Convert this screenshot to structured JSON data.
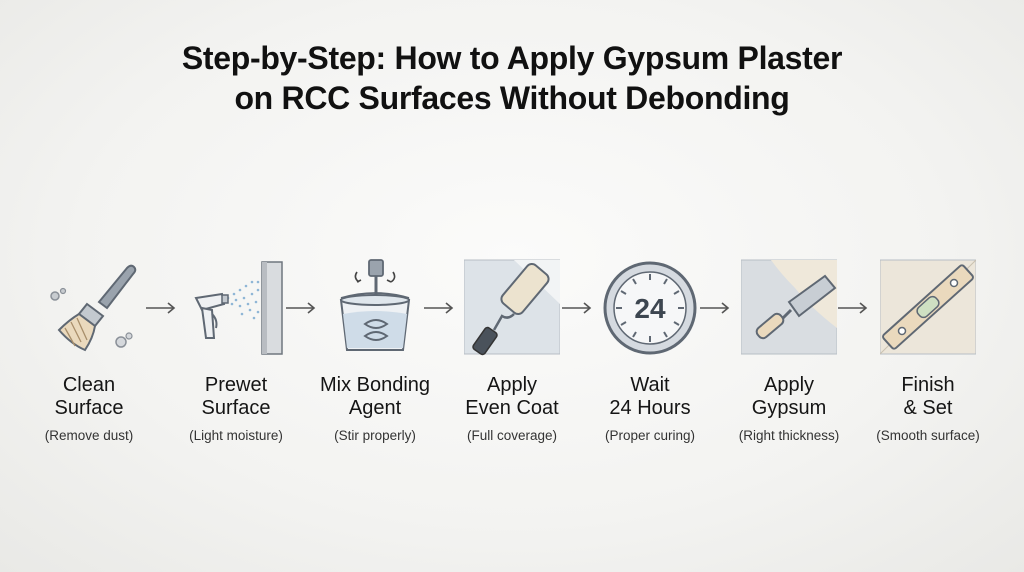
{
  "title": {
    "line1": "Step-by-Step: How to Apply Gypsum Plaster",
    "line2": "on RCC Surfaces Without Debonding"
  },
  "steps": [
    {
      "line1": "Clean",
      "line2": "Surface",
      "sub": "(Remove dust)",
      "icon": "paintbrush-icon"
    },
    {
      "line1": "Prewet",
      "line2": "Surface",
      "sub": "(Light moisture)",
      "icon": "spray-gun-icon"
    },
    {
      "line1": "Mix Bonding",
      "line2": "Agent",
      "sub": "(Stir properly)",
      "icon": "mixing-bucket-icon"
    },
    {
      "line1": "Apply",
      "line2": "Even Coat",
      "sub": "(Full coverage)",
      "icon": "paint-roller-icon"
    },
    {
      "line1": "Wait",
      "line2": "24 Hours",
      "sub": "(Proper curing)",
      "icon": "clock-icon",
      "clock_text": "24"
    },
    {
      "line1": "Apply",
      "line2": "Gypsum",
      "sub": "(Right thickness)",
      "icon": "trowel-icon"
    },
    {
      "line1": "Finish",
      "line2": "& Set",
      "sub": "(Smooth surface)",
      "icon": "spirit-level-icon"
    }
  ],
  "colors": {
    "outline": "#5f6873",
    "fill_light": "#e3e6ea",
    "wood": "#ead9bd",
    "plaster": "#ece7dc",
    "water": "#bcd3e6"
  }
}
